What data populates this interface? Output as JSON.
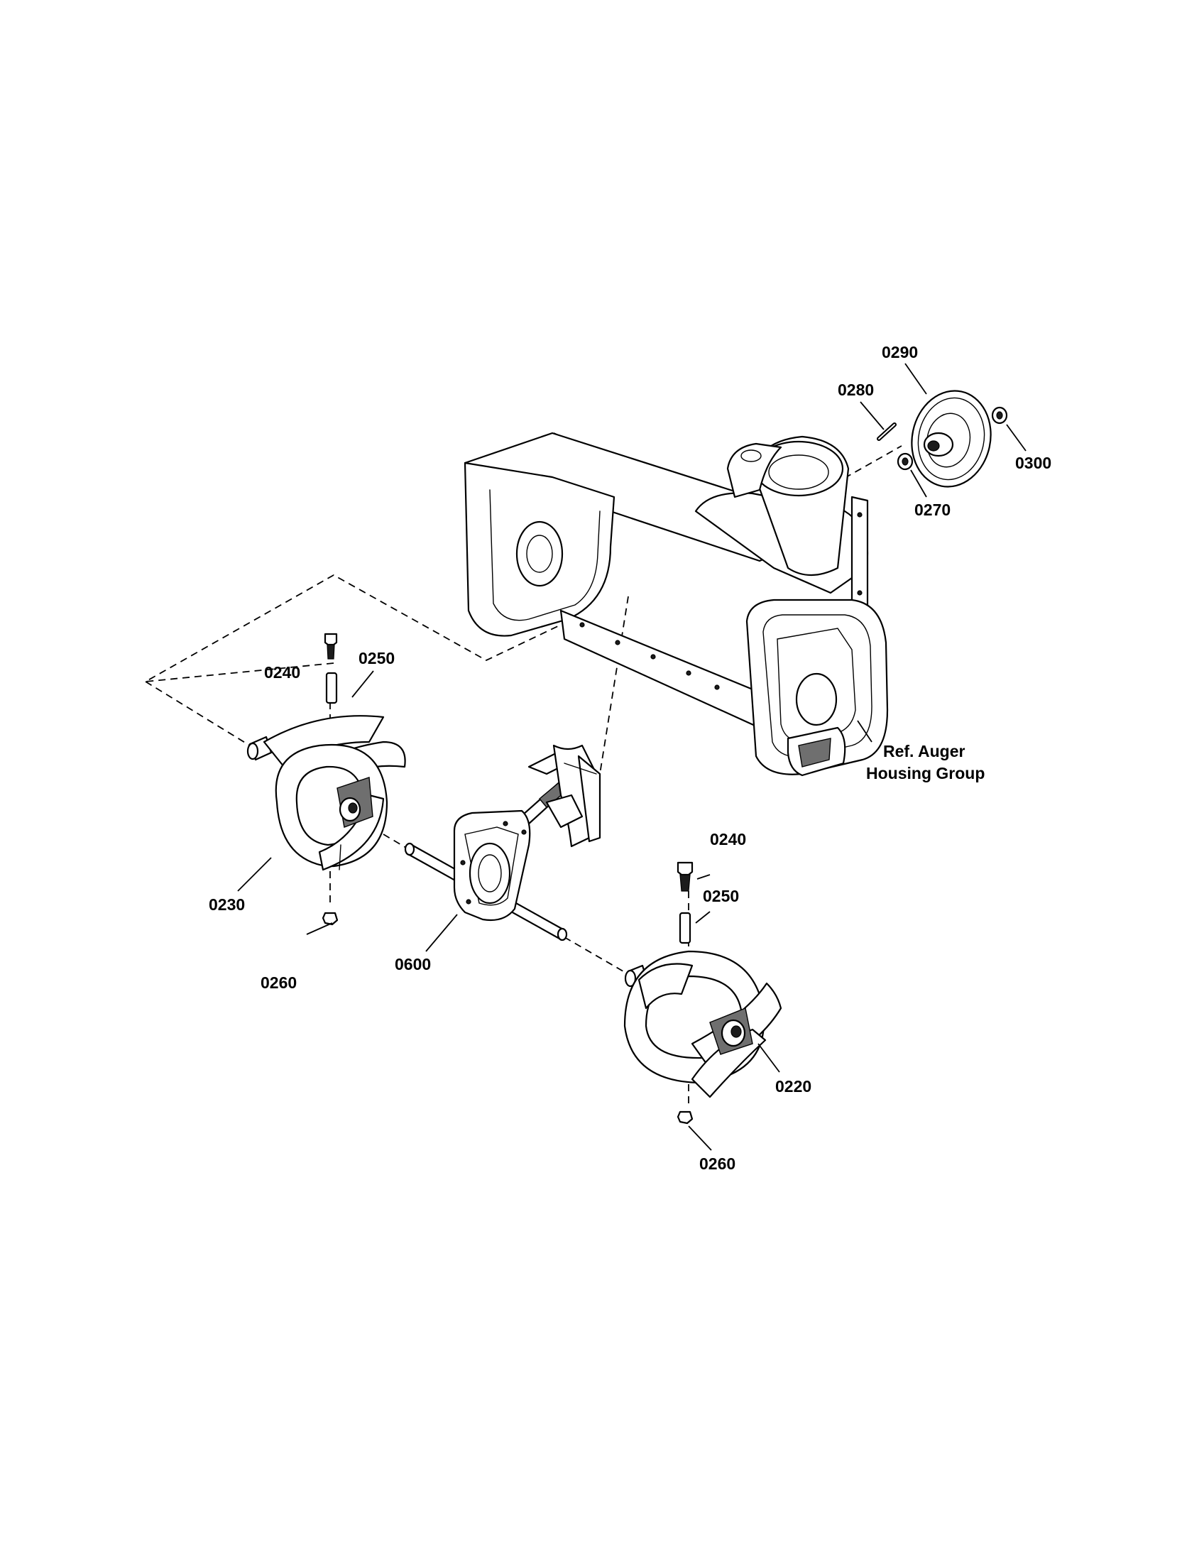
{
  "callouts": {
    "p0290": "0290",
    "p0280": "0280",
    "p0300": "0300",
    "p0270": "0270",
    "p0240_left": "0240",
    "p0250_left": "0250",
    "p0230": "0230",
    "p0260_left": "0260",
    "p0600": "0600",
    "p0240_right": "0240",
    "p0250_right": "0250",
    "p0220": "0220",
    "p0260_right": "0260"
  },
  "reference_note": {
    "line1": "Ref. Auger",
    "line2": "Housing Group"
  }
}
